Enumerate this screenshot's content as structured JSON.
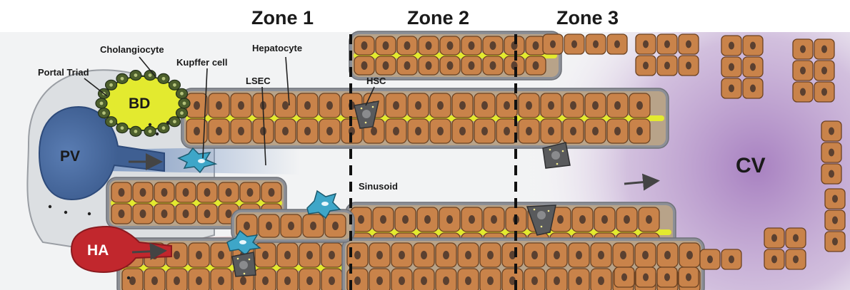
{
  "zones": [
    {
      "label": "Zone 1"
    },
    {
      "label": "Zone 2"
    },
    {
      "label": "Zone 3"
    }
  ],
  "labels": {
    "portal_triad": "Portal Triad",
    "cholangiocyte": "Cholangiocyte",
    "kupffer_cell": "Kupffer cell",
    "hepatocyte": "Hepatocyte",
    "lsec": "LSEC",
    "hsc": "HSC",
    "sinusoid": "Sinusoid",
    "bd": "BD",
    "pv": "PV",
    "ha": "HA",
    "cv": "CV"
  },
  "colors": {
    "hepatocyte_fill": "#c9834a",
    "hepatocyte_stroke": "#6b4222",
    "nucleus": "#5a4030",
    "plate_bg": "#8c8f96",
    "sinusoid_bg": "#eceff0",
    "bile_canaliculus": "#e3ea2f",
    "portal_vein": "#4d6fa3",
    "hepatic_artery": "#c1272d",
    "kupffer": "#3ea6c8",
    "central_vein_glow": "#a47bbe",
    "hsc": "#595a5c"
  }
}
